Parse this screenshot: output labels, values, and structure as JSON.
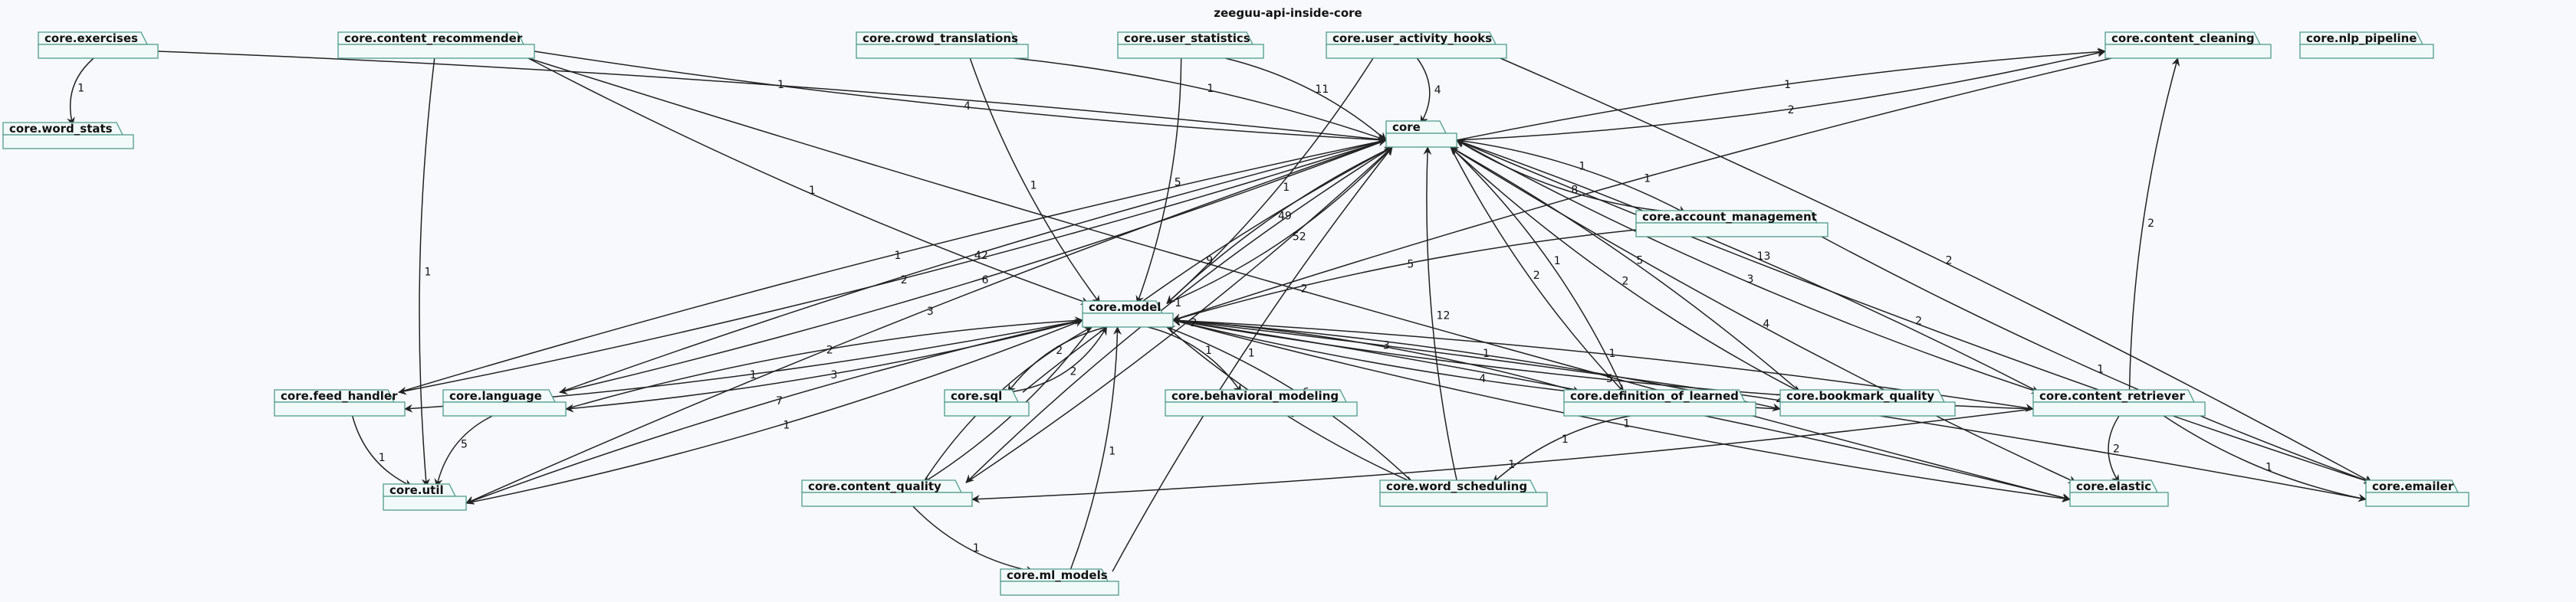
{
  "title": "zeeguu-api-inside-core",
  "packages": [
    {
      "id": "exercises",
      "label": "core.exercises"
    },
    {
      "id": "word_stats",
      "label": "core.word_stats"
    },
    {
      "id": "content_recommender",
      "label": "core.content_recommender"
    },
    {
      "id": "crowd_translations",
      "label": "core.crowd_translations"
    },
    {
      "id": "user_statistics",
      "label": "core.user_statistics"
    },
    {
      "id": "user_activity_hooks",
      "label": "core.user_activity_hooks"
    },
    {
      "id": "content_cleaning",
      "label": "core.content_cleaning"
    },
    {
      "id": "nlp_pipeline",
      "label": "core.nlp_pipeline"
    },
    {
      "id": "core",
      "label": "core"
    },
    {
      "id": "account_management",
      "label": "core.account_management"
    },
    {
      "id": "model",
      "label": "core.model"
    },
    {
      "id": "feed_handler",
      "label": "core.feed_handler"
    },
    {
      "id": "language",
      "label": "core.language"
    },
    {
      "id": "sql",
      "label": "core.sql"
    },
    {
      "id": "behavioral_modeling",
      "label": "core.behavioral_modeling"
    },
    {
      "id": "definition_of_learned",
      "label": "core.definition_of_learned"
    },
    {
      "id": "bookmark_quality",
      "label": "core.bookmark_quality"
    },
    {
      "id": "content_retriever",
      "label": "core.content_retriever"
    },
    {
      "id": "util",
      "label": "core.util"
    },
    {
      "id": "content_quality",
      "label": "core.content_quality"
    },
    {
      "id": "word_scheduling",
      "label": "core.word_scheduling"
    },
    {
      "id": "elastic",
      "label": "core.elastic"
    },
    {
      "id": "emailer",
      "label": "core.emailer"
    },
    {
      "id": "ml_models",
      "label": "core.ml_models"
    }
  ],
  "edges": [
    {
      "from": "exercises",
      "to": "word_stats",
      "label": "1"
    },
    {
      "from": "exercises",
      "to": "core",
      "label": "1"
    },
    {
      "from": "content_recommender",
      "to": "core",
      "label": "4"
    },
    {
      "from": "content_recommender",
      "to": "model",
      "label": "1"
    },
    {
      "from": "content_recommender",
      "to": "util",
      "label": "1"
    },
    {
      "from": "content_recommender",
      "to": "elastic",
      "label": "2"
    },
    {
      "from": "crowd_translations",
      "to": "core",
      "label": "1"
    },
    {
      "from": "crowd_translations",
      "to": "model",
      "label": "1"
    },
    {
      "from": "user_statistics",
      "to": "core",
      "label": "11"
    },
    {
      "from": "user_statistics",
      "to": "model",
      "label": "5"
    },
    {
      "from": "user_activity_hooks",
      "to": "core",
      "label": "4"
    },
    {
      "from": "user_activity_hooks",
      "to": "emailer",
      "label": "2"
    },
    {
      "from": "user_activity_hooks",
      "to": "model",
      "label": "1"
    },
    {
      "from": "core",
      "to": "content_cleaning",
      "label": "1"
    },
    {
      "from": "core",
      "to": "content_cleaning",
      "label": "2"
    },
    {
      "from": "content_cleaning",
      "to": "model",
      "label": "1"
    },
    {
      "from": "core",
      "to": "account_management",
      "label": "1"
    },
    {
      "from": "account_management",
      "to": "core",
      "label": "8"
    },
    {
      "from": "account_management",
      "to": "model",
      "label": "5"
    },
    {
      "from": "account_management",
      "to": "emailer",
      "label": "1"
    },
    {
      "from": "core",
      "to": "model",
      "label": "49"
    },
    {
      "from": "model",
      "to": "core",
      "label": "52"
    },
    {
      "from": "feed_handler",
      "to": "core",
      "label": "1"
    },
    {
      "from": "core",
      "to": "feed_handler",
      "label": "2"
    },
    {
      "from": "language",
      "to": "core",
      "label": "42"
    },
    {
      "from": "core",
      "to": "language",
      "label": "6"
    },
    {
      "from": "sql",
      "to": "core",
      "label": "9"
    },
    {
      "from": "content_quality",
      "to": "core",
      "label": "2"
    },
    {
      "from": "core",
      "to": "content_quality",
      "label": "1"
    },
    {
      "from": "core",
      "to": "util",
      "label": "3"
    },
    {
      "from": "core",
      "to": "definition_of_learned",
      "label": "2"
    },
    {
      "from": "definition_of_learned",
      "to": "core",
      "label": "1"
    },
    {
      "from": "bookmark_quality",
      "to": "core",
      "label": "5"
    },
    {
      "from": "core",
      "to": "bookmark_quality",
      "label": "2"
    },
    {
      "from": "content_retriever",
      "to": "core",
      "label": "13"
    },
    {
      "from": "core",
      "to": "content_retriever",
      "label": "3"
    },
    {
      "from": "content_retriever",
      "to": "content_cleaning",
      "label": "2"
    },
    {
      "from": "core",
      "to": "elastic",
      "label": "4"
    },
    {
      "from": "emailer",
      "to": "core",
      "label": "2"
    },
    {
      "from": "word_scheduling",
      "to": "core",
      "label": "12"
    },
    {
      "from": "ml_models",
      "to": "core",
      "label": "1"
    },
    {
      "from": "model",
      "to": "feed_handler",
      "label": "1"
    },
    {
      "from": "model",
      "to": "language",
      "label": "3"
    },
    {
      "from": "language",
      "to": "model",
      "label": "2"
    },
    {
      "from": "model",
      "to": "sql",
      "label": "2"
    },
    {
      "from": "sql",
      "to": "model",
      "label": "2"
    },
    {
      "from": "model",
      "to": "behavioral_modeling",
      "label": "1"
    },
    {
      "from": "model",
      "to": "definition_of_learned",
      "label": "3"
    },
    {
      "from": "model",
      "to": "bookmark_quality",
      "label": "1"
    },
    {
      "from": "bookmark_quality",
      "to": "model",
      "label": "4"
    },
    {
      "from": "model",
      "to": "content_retriever",
      "label": "1"
    },
    {
      "from": "content_retriever",
      "to": "model",
      "label": "5"
    },
    {
      "from": "model",
      "to": "util",
      "label": "7"
    },
    {
      "from": "util",
      "to": "model",
      "label": "1"
    },
    {
      "from": "model",
      "to": "content_quality",
      "label": "1"
    },
    {
      "from": "content_quality",
      "to": "model",
      "label": "1"
    },
    {
      "from": "model",
      "to": "word_scheduling",
      "label": "6"
    },
    {
      "from": "word_scheduling",
      "to": "model",
      "label": "6"
    },
    {
      "from": "elastic",
      "to": "model",
      "label": "4"
    },
    {
      "from": "model",
      "to": "elastic",
      "label": "1"
    },
    {
      "from": "emailer",
      "to": "model",
      "label": "2"
    },
    {
      "from": "ml_models",
      "to": "model",
      "label": "1"
    },
    {
      "from": "feed_handler",
      "to": "util",
      "label": "1"
    },
    {
      "from": "language",
      "to": "util",
      "label": "5"
    },
    {
      "from": "definition_of_learned",
      "to": "word_scheduling",
      "label": "1"
    },
    {
      "from": "content_retriever",
      "to": "content_quality",
      "label": "1"
    },
    {
      "from": "content_retriever",
      "to": "elastic",
      "label": "2"
    },
    {
      "from": "content_retriever",
      "to": "emailer",
      "label": "1"
    },
    {
      "from": "content_quality",
      "to": "ml_models",
      "label": "1"
    }
  ]
}
